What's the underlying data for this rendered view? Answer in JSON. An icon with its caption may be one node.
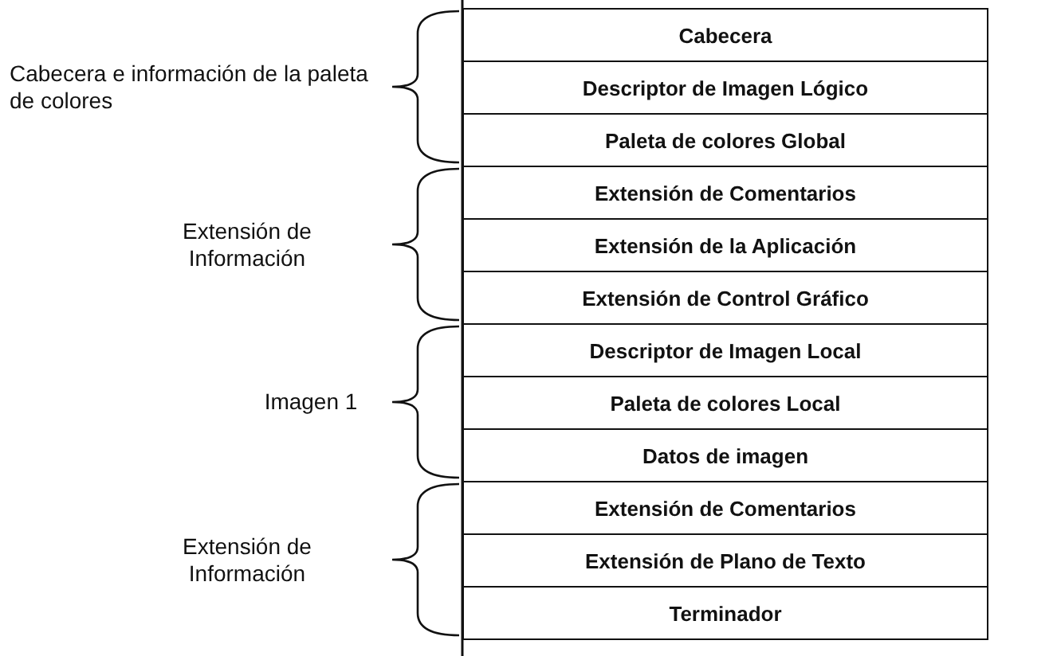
{
  "diagram": {
    "nodes": [
      {
        "text": [
          "Cabecera"
        ]
      },
      {
        "text": [
          "Descriptor de Imagen Lógico"
        ]
      },
      {
        "text": [
          "Paleta de colores Global"
        ]
      },
      {
        "text": [
          "Extensión de Comentarios"
        ]
      },
      {
        "text": [
          "Extensión de la Aplicación"
        ]
      },
      {
        "text": [
          "Extensión de Control Gráfico"
        ]
      },
      {
        "text": [
          "Descriptor de Imagen Local"
        ]
      },
      {
        "text": [
          "Paleta de colores Local"
        ]
      },
      {
        "text": [
          "Datos de imagen"
        ]
      },
      {
        "text": [
          "Extensión de Comentarios"
        ]
      },
      {
        "text": [
          "Extensión de Plano de Texto"
        ]
      },
      {
        "text": [
          "Terminador"
        ]
      }
    ],
    "labels": [
      "Cabecera e información de la paleta de colores",
      "Extensión de Información",
      "Imagen 1",
      "Extensión de Información"
    ]
  }
}
